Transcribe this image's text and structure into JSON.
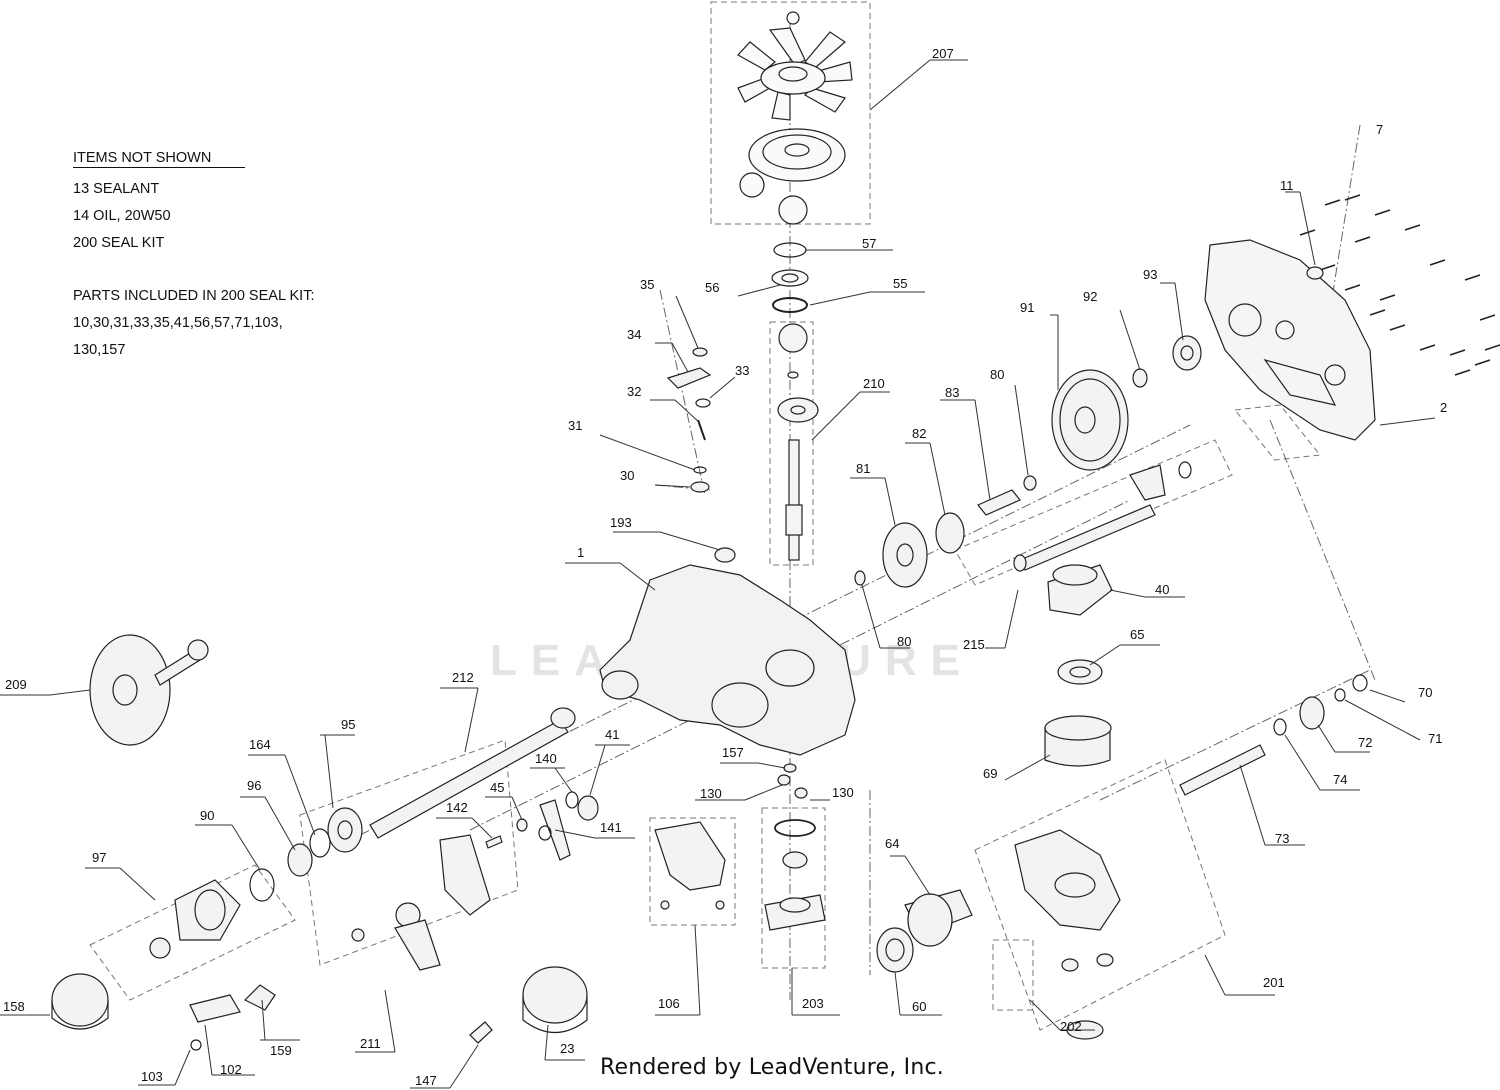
{
  "notes": {
    "header": "ITEMS NOT SHOWN",
    "lines": [
      "13 SEALANT",
      "14 OIL, 20W50",
      "200 SEAL KIT",
      "",
      "PARTS INCLUDED IN 200 SEAL KIT:",
      "10,30,31,33,35,41,56,57,71,103,",
      "130,157"
    ]
  },
  "watermark": "LEADVENTURE",
  "credit": "Rendered by LeadVenture, Inc.",
  "callouts": [
    "207",
    "57",
    "56",
    "55",
    "35",
    "34",
    "33",
    "32",
    "31",
    "30",
    "210",
    "193",
    "1",
    "91",
    "92",
    "93",
    "83",
    "82",
    "80",
    "81",
    "11",
    "7",
    "2",
    "40",
    "215",
    "80",
    "65",
    "70",
    "71",
    "72",
    "74",
    "69",
    "73",
    "209",
    "212",
    "95",
    "164",
    "96",
    "90",
    "97",
    "158",
    "41",
    "140",
    "141",
    "45",
    "142",
    "157",
    "130",
    "130",
    "106",
    "203",
    "64",
    "60",
    "201",
    "202",
    "211",
    "159",
    "102",
    "103",
    "147",
    "23"
  ]
}
